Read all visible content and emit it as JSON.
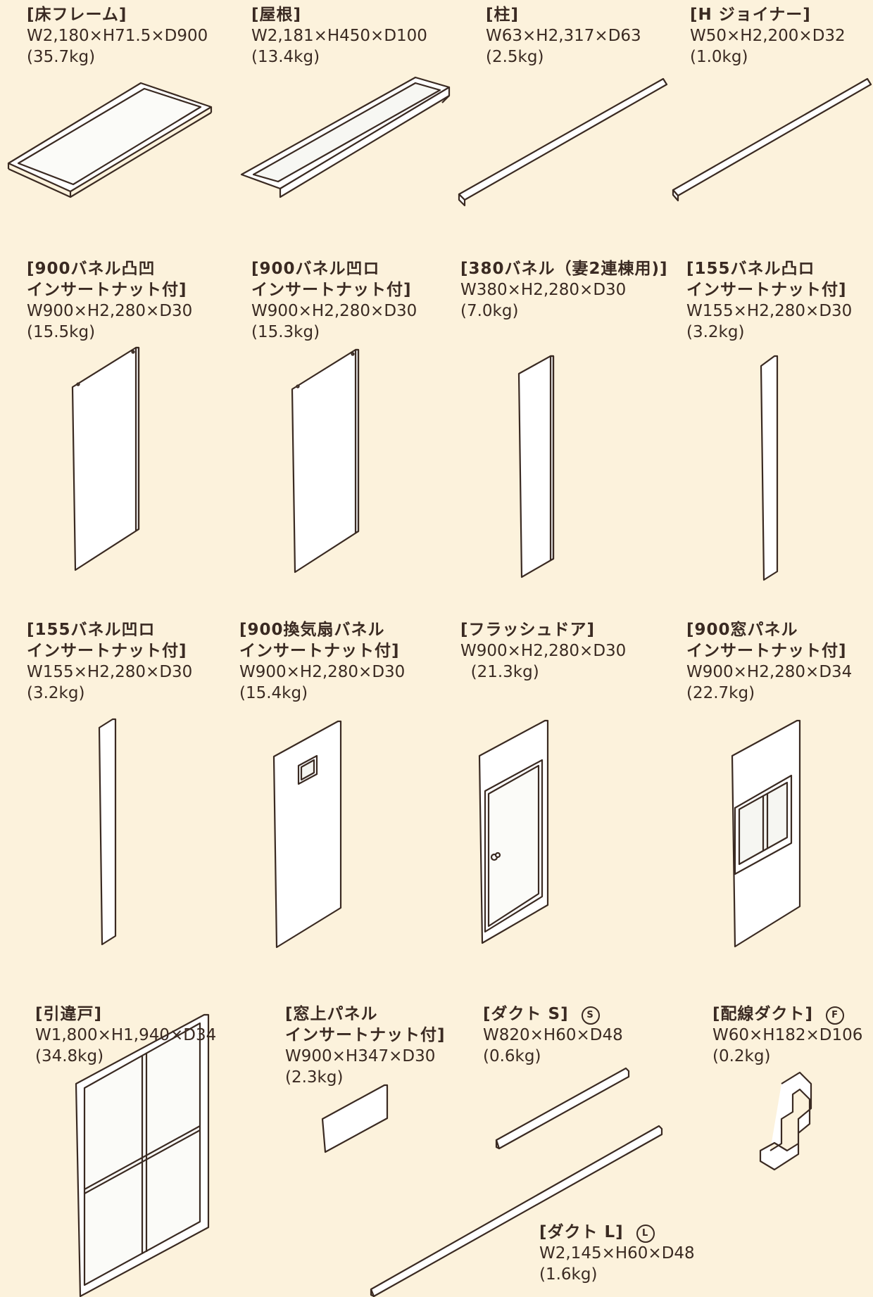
{
  "items": [
    {
      "title": "[床フレーム]",
      "lines": [
        "W2,180×H71.5×D900",
        "(35.7kg)"
      ]
    },
    {
      "title": "[屋根]",
      "lines": [
        "W2,181×H450×D100",
        "(13.4kg)"
      ]
    },
    {
      "title": "[柱]",
      "lines": [
        "W63×H2,317×D63",
        "(2.5kg)"
      ]
    },
    {
      "title": "[H ジョイナー]",
      "lines": [
        "W50×H2,200×D32",
        "(1.0kg)"
      ]
    },
    {
      "title": "[900バネル凸凹\nインサートナット付]",
      "lines": [
        "W900×H2,280×D30",
        "(15.5kg)"
      ]
    },
    {
      "title": "[900バネル凹ロ\nインサートナット付]",
      "lines": [
        "W900×H2,280×D30",
        "(15.3kg)"
      ]
    },
    {
      "title": "[380バネル（妻2連棟用)]",
      "lines": [
        "W380×H2,280×D30",
        "(7.0kg)"
      ]
    },
    {
      "title": "[155バネル凸ロ\nインサートナット付]",
      "lines": [
        "W155×H2,280×D30",
        "(3.2kg)"
      ]
    },
    {
      "title": "[155バネル凹ロ\nインサートナット付]",
      "lines": [
        "W155×H2,280×D30",
        "(3.2kg)"
      ]
    },
    {
      "title": "[900換気扇バネル\nインサートナット付]",
      "lines": [
        "W900×H2,280×D30",
        "(15.4kg)"
      ]
    },
    {
      "title": "[フラッシュドア]",
      "lines": [
        "W900×H2,280×D30",
        "  (21.3kg)"
      ]
    },
    {
      "title": "[900窓パネル\nインサートナット付]",
      "lines": [
        "W900×H2,280×D34",
        "(22.7kg)"
      ]
    },
    {
      "title": "[引違戸]",
      "lines": [
        "W1,800×H1,940×D34",
        "(34.8kg)"
      ]
    },
    {
      "title": "[窓上パネル\nインサートナット付]",
      "lines": [
        "W900×H347×D30",
        "(2.3kg)"
      ]
    },
    {
      "title": "[ダクト S]",
      "mark": "S",
      "lines": [
        "W820×H60×D48",
        "(0.6kg)"
      ]
    },
    {
      "title": "[配線ダクト]",
      "mark": "F",
      "lines": [
        "W60×H182×D106",
        "(0.2kg)"
      ]
    },
    {
      "title": "[ダクト L]",
      "mark": "L",
      "lines": [
        "W2,145×H60×D48",
        "(1.6kg)"
      ]
    }
  ]
}
